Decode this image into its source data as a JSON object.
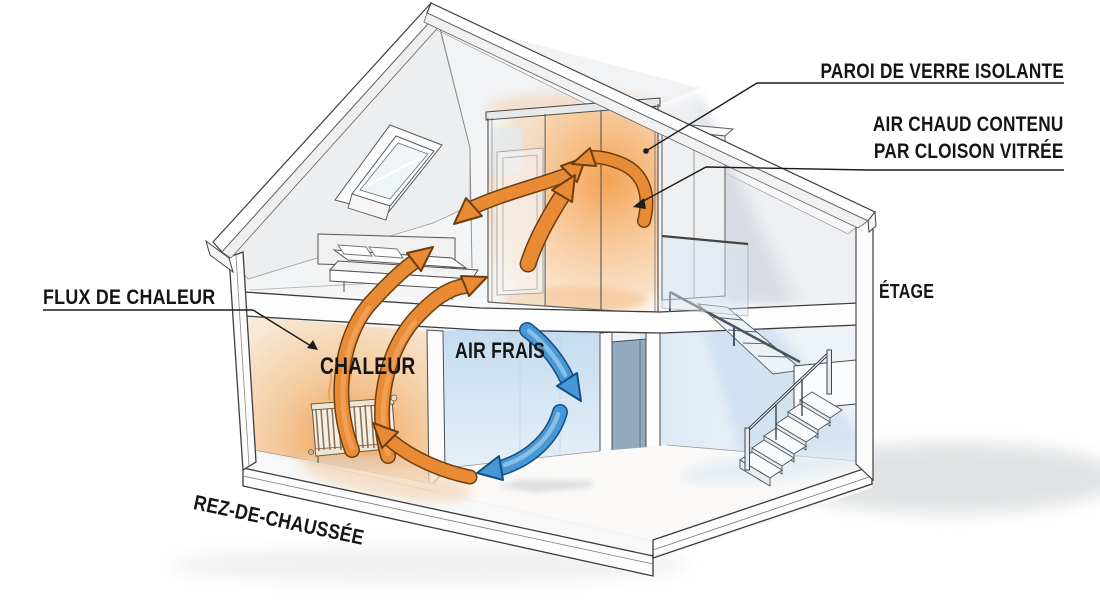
{
  "figure": {
    "type": "architectural-cutaway-heat-flow-diagram",
    "labels": {
      "paroi": "PAROI DE VERRE ISOLANTE",
      "air_chaud_l1": "AIR CHAUD CONTENU",
      "air_chaud_l2": "PAR CLOISON VITRÉE",
      "etage": "ÉTAGE",
      "flux_chaleur": "FLUX DE CHALEUR",
      "chaleur": "CHALEUR",
      "air_frais": "AIR FRAIS",
      "rez_de_chaussee": "REZ-DE-CHAUSSÉE"
    },
    "colors": {
      "heat_arrow": "#E98A35",
      "heat_glow": "#F2A45C",
      "cool_arrow": "#4697D6",
      "cool_tint": "#CFE3F4",
      "outline": "#3C3C3C",
      "text": "#151515",
      "background": "#FFFFFF"
    }
  }
}
